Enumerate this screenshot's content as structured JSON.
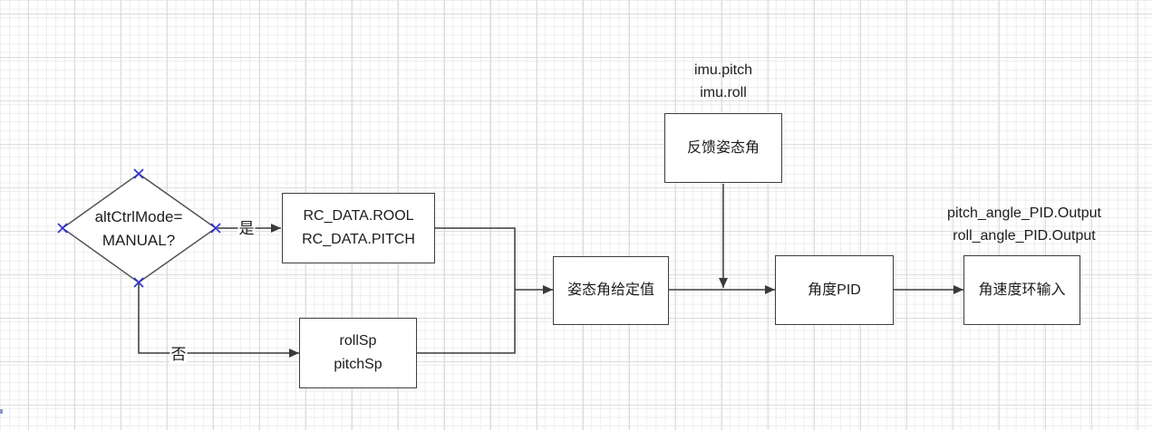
{
  "colors": {
    "line": "#3a3a3a",
    "box_border": "#3d3d3d",
    "text": "#1c1c1c",
    "connection_marker_blue": "#2d2dd2",
    "grid_minor": "#ededed",
    "grid_major": "#dcdcdc",
    "background": "#ffffff"
  },
  "decision": {
    "line1": "altCtrlMode=",
    "line2": "MANUAL?"
  },
  "branches": {
    "yes": "是",
    "no": "否"
  },
  "nodes": {
    "rc_data": {
      "line1": "RC_DATA.ROOL",
      "line2": "RC_DATA.PITCH"
    },
    "sp": {
      "line1": "rollSp",
      "line2": "pitchSp"
    },
    "attitude_setpoint": {
      "label": "姿态角给定值"
    },
    "feedback_attitude": {
      "label": "反馈姿态角"
    },
    "angle_pid": {
      "label": "角度PID"
    },
    "rate_loop_input": {
      "label": "角速度环输入"
    }
  },
  "annotations": {
    "imu": {
      "line1": "imu.pitch",
      "line2": "imu.roll"
    },
    "pid_output": {
      "line1": "pitch_angle_PID.Output",
      "line2": "roll_angle_PID.Output"
    }
  }
}
